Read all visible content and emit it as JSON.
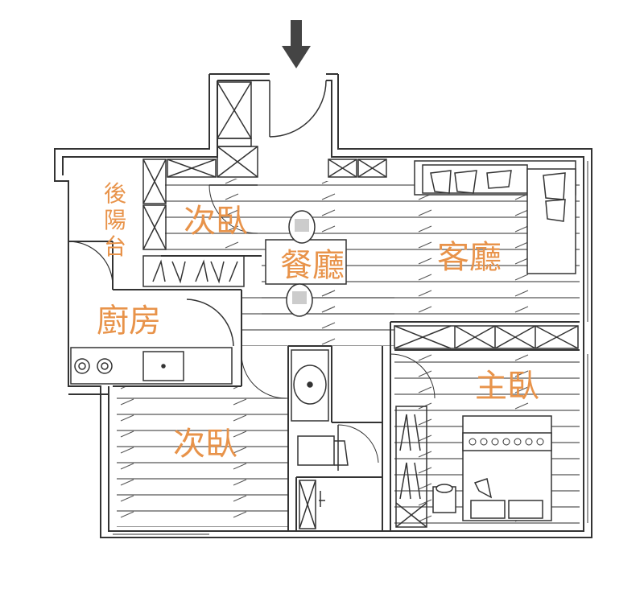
{
  "entrance": {
    "icon": "arrow-down-icon"
  },
  "rooms": {
    "rear_balcony": {
      "line1": "後",
      "line2": "陽",
      "line3": "台"
    },
    "secondary_bedroom_top": "次臥",
    "dining": "餐廳",
    "living": "客廳",
    "kitchen": "廚房",
    "master_bedroom": "主臥",
    "secondary_bedroom_bottom": "次臥"
  },
  "colors": {
    "label": "#e8934a",
    "wall": "#333333",
    "floor_hatch": "#555555",
    "furniture": "#444444"
  }
}
